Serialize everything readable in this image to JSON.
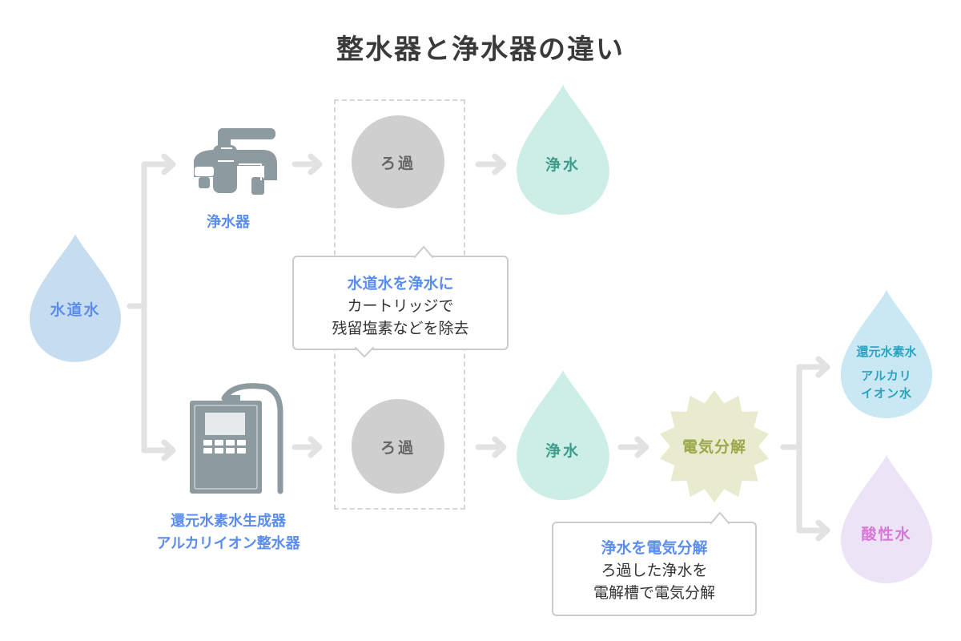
{
  "title": "整水器と浄水器の違い",
  "source": {
    "label": "水道水"
  },
  "top_path": {
    "device_label": "浄水器",
    "device_icon": "faucet-water-purifier-icon",
    "process_label": "ろ過",
    "result_label": "浄水"
  },
  "bottom_path": {
    "device_label_lines": [
      "還元水素水生成器",
      "アルカリイオン整水器"
    ],
    "device_icon": "water-ionizer-device-icon",
    "process_label": "ろ過",
    "intermediate_label": "浄水",
    "electrolysis_label": "電気分解",
    "outputs": [
      {
        "label_lines": [
          "還元水素水",
          "アルカリ",
          "イオン水"
        ]
      },
      {
        "label_lines": [
          "酸性水"
        ]
      }
    ]
  },
  "callouts": {
    "filtration": {
      "title": "水道水を浄水に",
      "lines": [
        "カートリッジで",
        "残留塩素などを除去"
      ]
    },
    "electrolysis": {
      "title": "浄水を電気分解",
      "lines": [
        "ろ過した浄水を",
        "電解槽で電気分解"
      ]
    }
  },
  "colors": {
    "title": "#3a3a3a",
    "accent_blue": "#5b8def",
    "tap_water_drop": "#c6dcef",
    "purified_drop": "#cdeee6",
    "purified_text": "#3e9c8c",
    "alkaline_drop": "#c9e8f3",
    "alkaline_text": "#2aa3c2",
    "acidic_drop": "#ece3f7",
    "acidic_text": "#d877d6",
    "electrolysis_fill": "#e9ebcf",
    "electrolysis_text": "#9aa84a",
    "filter_circle": "#cfcfcf",
    "connector": "#e2e2e2"
  }
}
